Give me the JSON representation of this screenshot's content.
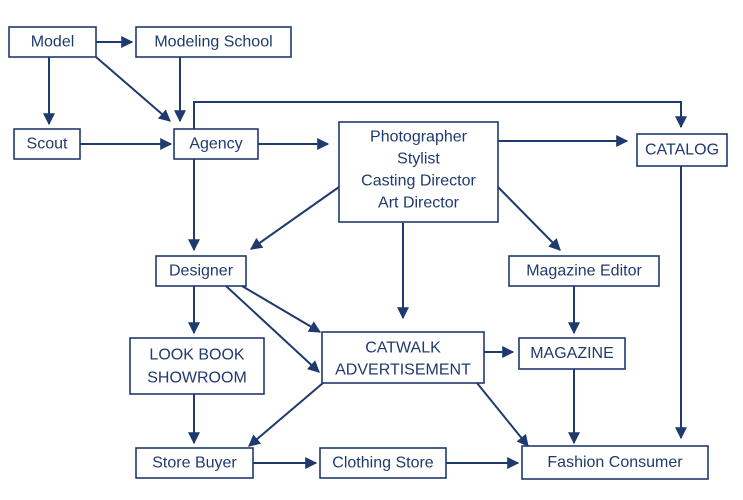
{
  "colors": {
    "stroke": "#1f3a6e",
    "text": "#1f3a6e",
    "background": "#ffffff"
  },
  "nodes": {
    "model": "Model",
    "modeling_school": "Modeling School",
    "scout": "Scout",
    "agency": "Agency",
    "creatives": [
      "Photographer",
      "Stylist",
      "Casting Director",
      "Art Director"
    ],
    "catalog": "CATALOG",
    "designer": "Designer",
    "magazine_editor": "Magazine Editor",
    "look_book": [
      "LOOK BOOK",
      "SHOWROOM"
    ],
    "catwalk": [
      "CATWALK",
      "ADVERTISEMENT"
    ],
    "magazine": "MAGAZINE",
    "store_buyer": "Store Buyer",
    "clothing_store": "Clothing Store",
    "fashion_consumer": "Fashion Consumer"
  },
  "edges": [
    [
      "model",
      "modeling_school"
    ],
    [
      "model",
      "scout"
    ],
    [
      "model",
      "agency"
    ],
    [
      "modeling_school",
      "agency"
    ],
    [
      "scout",
      "agency"
    ],
    [
      "agency",
      "creatives"
    ],
    [
      "agency",
      "catalog"
    ],
    [
      "agency",
      "designer"
    ],
    [
      "creatives",
      "catalog"
    ],
    [
      "creatives",
      "designer"
    ],
    [
      "creatives",
      "catwalk"
    ],
    [
      "creatives",
      "magazine_editor"
    ],
    [
      "designer",
      "look_book"
    ],
    [
      "designer",
      "catwalk"
    ],
    [
      "magazine_editor",
      "magazine"
    ],
    [
      "catwalk",
      "magazine"
    ],
    [
      "catwalk",
      "store_buyer"
    ],
    [
      "catwalk",
      "fashion_consumer"
    ],
    [
      "look_book",
      "store_buyer"
    ],
    [
      "store_buyer",
      "clothing_store"
    ],
    [
      "clothing_store",
      "fashion_consumer"
    ],
    [
      "magazine",
      "fashion_consumer"
    ],
    [
      "catalog",
      "fashion_consumer"
    ]
  ]
}
